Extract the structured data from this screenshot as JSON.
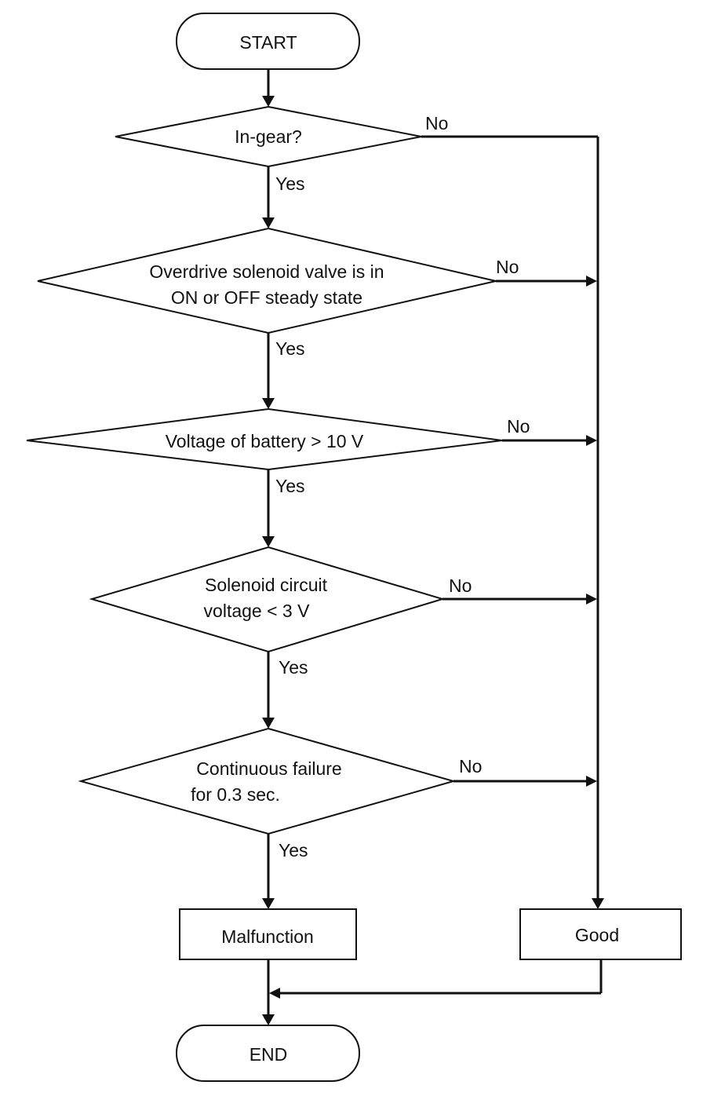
{
  "diagram": {
    "start": "START",
    "end": "END",
    "decisions": [
      {
        "line1": "In-gear?",
        "line2": ""
      },
      {
        "line1": "Overdrive solenoid valve is in",
        "line2": "ON or OFF steady state"
      },
      {
        "line1": "Voltage of battery > 10 V",
        "line2": ""
      },
      {
        "line1": "Solenoid circuit",
        "line2": "voltage < 3 V"
      },
      {
        "line1": "Continuous failure",
        "line2": "for 0.3 sec."
      }
    ],
    "outcome_malfunction": "Malfunction",
    "outcome_good": "Good",
    "yes_label": "Yes",
    "no_label": "No"
  }
}
